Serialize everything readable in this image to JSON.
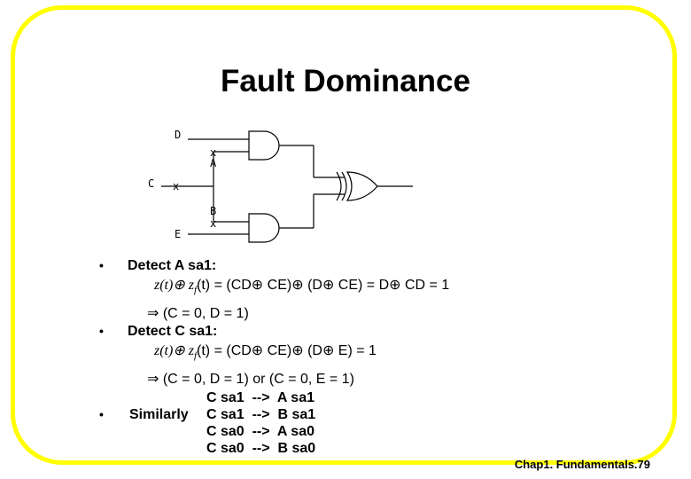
{
  "slide": {
    "title": "Fault Dominance",
    "footer": "Chap1. Fundamentals.79",
    "frame_color": "#ffff00"
  },
  "circuit": {
    "input_labels": [
      "D",
      "C",
      "E"
    ],
    "fault_labels": [
      "A",
      "B"
    ],
    "fault_mark": "x",
    "gates": [
      "and-gate",
      "and-gate",
      "xor-gate"
    ]
  },
  "bullets": {
    "b1_title": "Detect A sa1:",
    "b1_eq_lhs": "z(t)⊕ z",
    "b1_eq_sub": "f",
    "b1_eq_rhs": "(t) = (CD⊕ CE)⊕ (D⊕ CE) = D⊕ CD = 1",
    "b1_result": "⇒ (C = 0,  D = 1)",
    "b2_title": "Detect C sa1:",
    "b2_eq_lhs": "z(t)⊕ z",
    "b2_eq_sub": "f",
    "b2_eq_rhs": "(t) = (CD⊕ CE)⊕ (D⊕ E) = 1",
    "b2_result": "⇒ (C = 0,  D = 1) or (C = 0,  E = 1)",
    "b3_title": "Similarly",
    "mappings": [
      "C sa1  -->  A sa1",
      "C sa1  -->  B sa1",
      "C sa0  -->  A sa0",
      "C sa0  -->  B sa0"
    ]
  }
}
